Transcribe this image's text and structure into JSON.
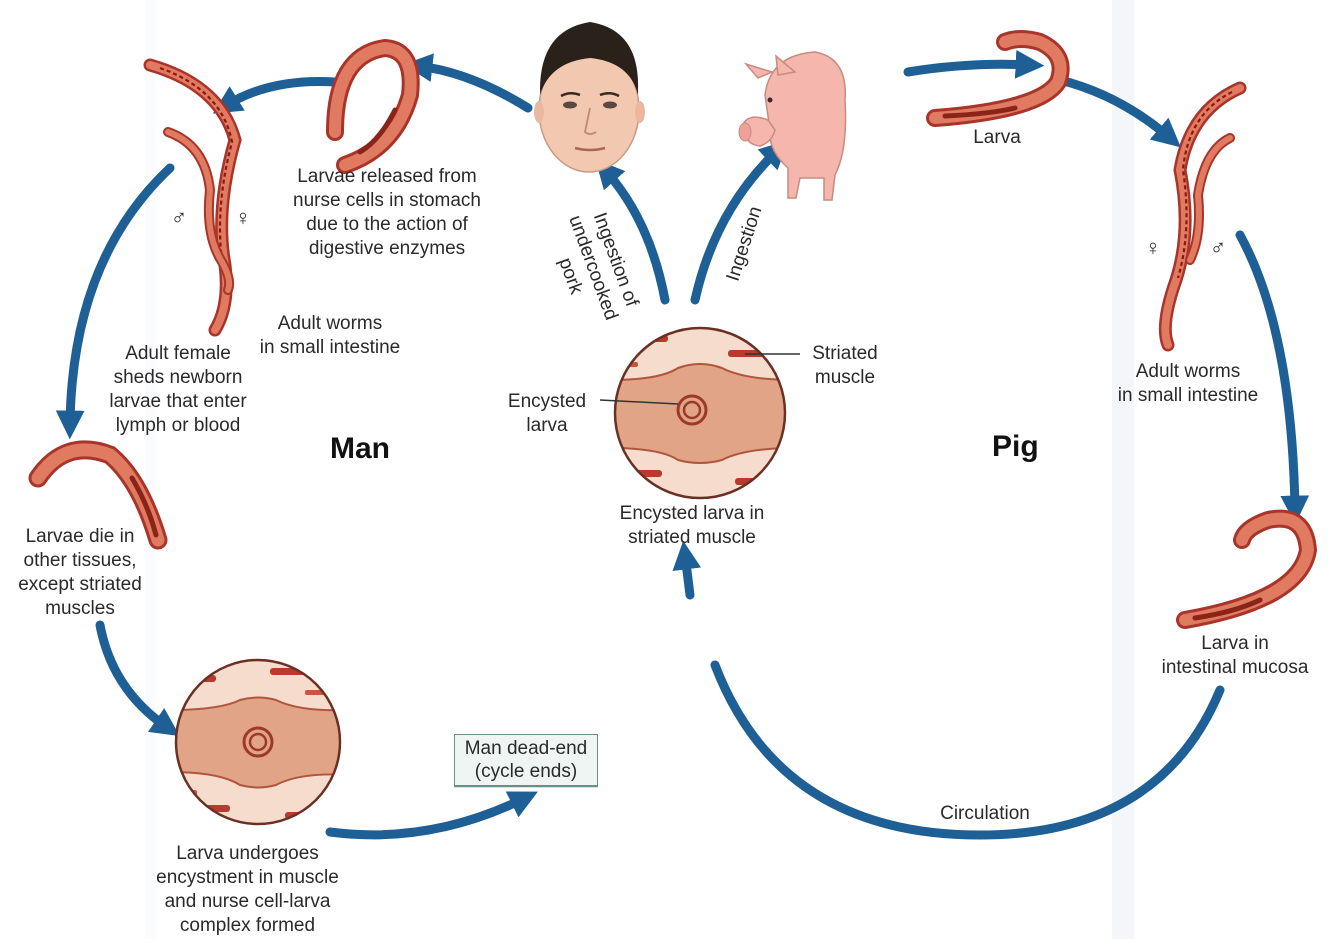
{
  "diagram": {
    "hosts": {
      "man": "Man",
      "pig": "Pig"
    },
    "labels": {
      "larvae_released": "Larvae released from\nnurse cells in stomach\ndue to the action of\ndigestive enzymes",
      "adult_worms_man": "Adult worms\nin small intestine",
      "adult_female": "Adult female\nsheds newborn\nlarvae that enter\nlymph or blood",
      "larvae_die": "Larvae die in\nother tissues,\nexcept striated\nmuscles",
      "larva_encystment": "Larva undergoes\nencystment in muscle\nand nurse cell-larva\ncomplex formed",
      "dead_end": "Man dead-end\n(cycle ends)",
      "ingestion_pork": "Ingestion of\nundercooked\npork",
      "ingestion": "Ingestion",
      "striated_muscle": "Striated\nmuscle",
      "encysted_larva": "Encysted\nlarva",
      "encysted_in_muscle": "Encysted larva in\nstriated muscle",
      "larva": "Larva",
      "adult_worms_pig": "Adult worms\nin small intestine",
      "larva_mucosa": "Larva in\nintestinal mucosa",
      "circulation": "Circulation"
    },
    "symbols": {
      "male": "♂",
      "female": "♀"
    },
    "colors": {
      "arrow": "#1e5f96",
      "worm": "#d9684f",
      "worm_dark": "#a9342a",
      "muscle_bg": "#f6dccd",
      "muscle_band": "#b83a2c",
      "cyst": "#e2a487",
      "skin": "#f3c8b0",
      "pig": "#f4b6ad"
    }
  }
}
